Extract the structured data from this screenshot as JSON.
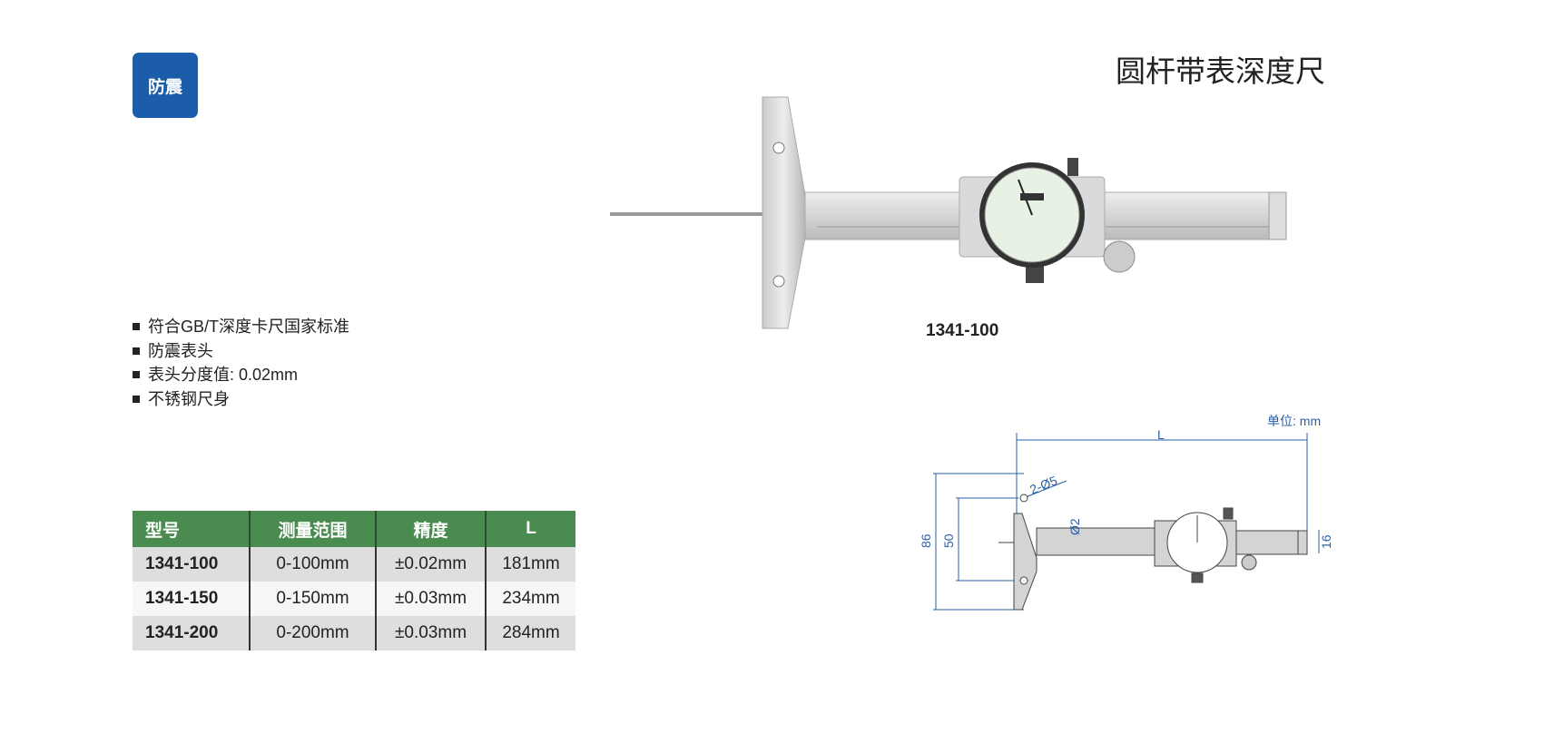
{
  "badge": "防震",
  "title": "圆杆带表深度尺",
  "features": [
    "符合GB/T深度卡尺国家标准",
    "防震表头",
    "表头分度值: 0.02mm",
    "不锈钢尺身"
  ],
  "photo_caption": "1341-100",
  "drawing": {
    "unit": "单位: mm",
    "dim_L": "L",
    "dim_86": "86",
    "dim_50": "50",
    "dim_d2": "Ø2",
    "dim_holes": "2-Ø5",
    "dim_16": "16"
  },
  "table": {
    "headers": [
      "型号",
      "测量范围",
      "精度",
      "L"
    ],
    "rows": [
      [
        "1341-100",
        "0-100mm",
        "±0.02mm",
        "181mm"
      ],
      [
        "1341-150",
        "0-150mm",
        "±0.03mm",
        "234mm"
      ],
      [
        "1341-200",
        "0-200mm",
        "±0.03mm",
        "284mm"
      ]
    ]
  },
  "colors": {
    "badge": "#1b5cab",
    "table_header": "#4a8b4f",
    "drawing_line": "#2a5fa8"
  }
}
